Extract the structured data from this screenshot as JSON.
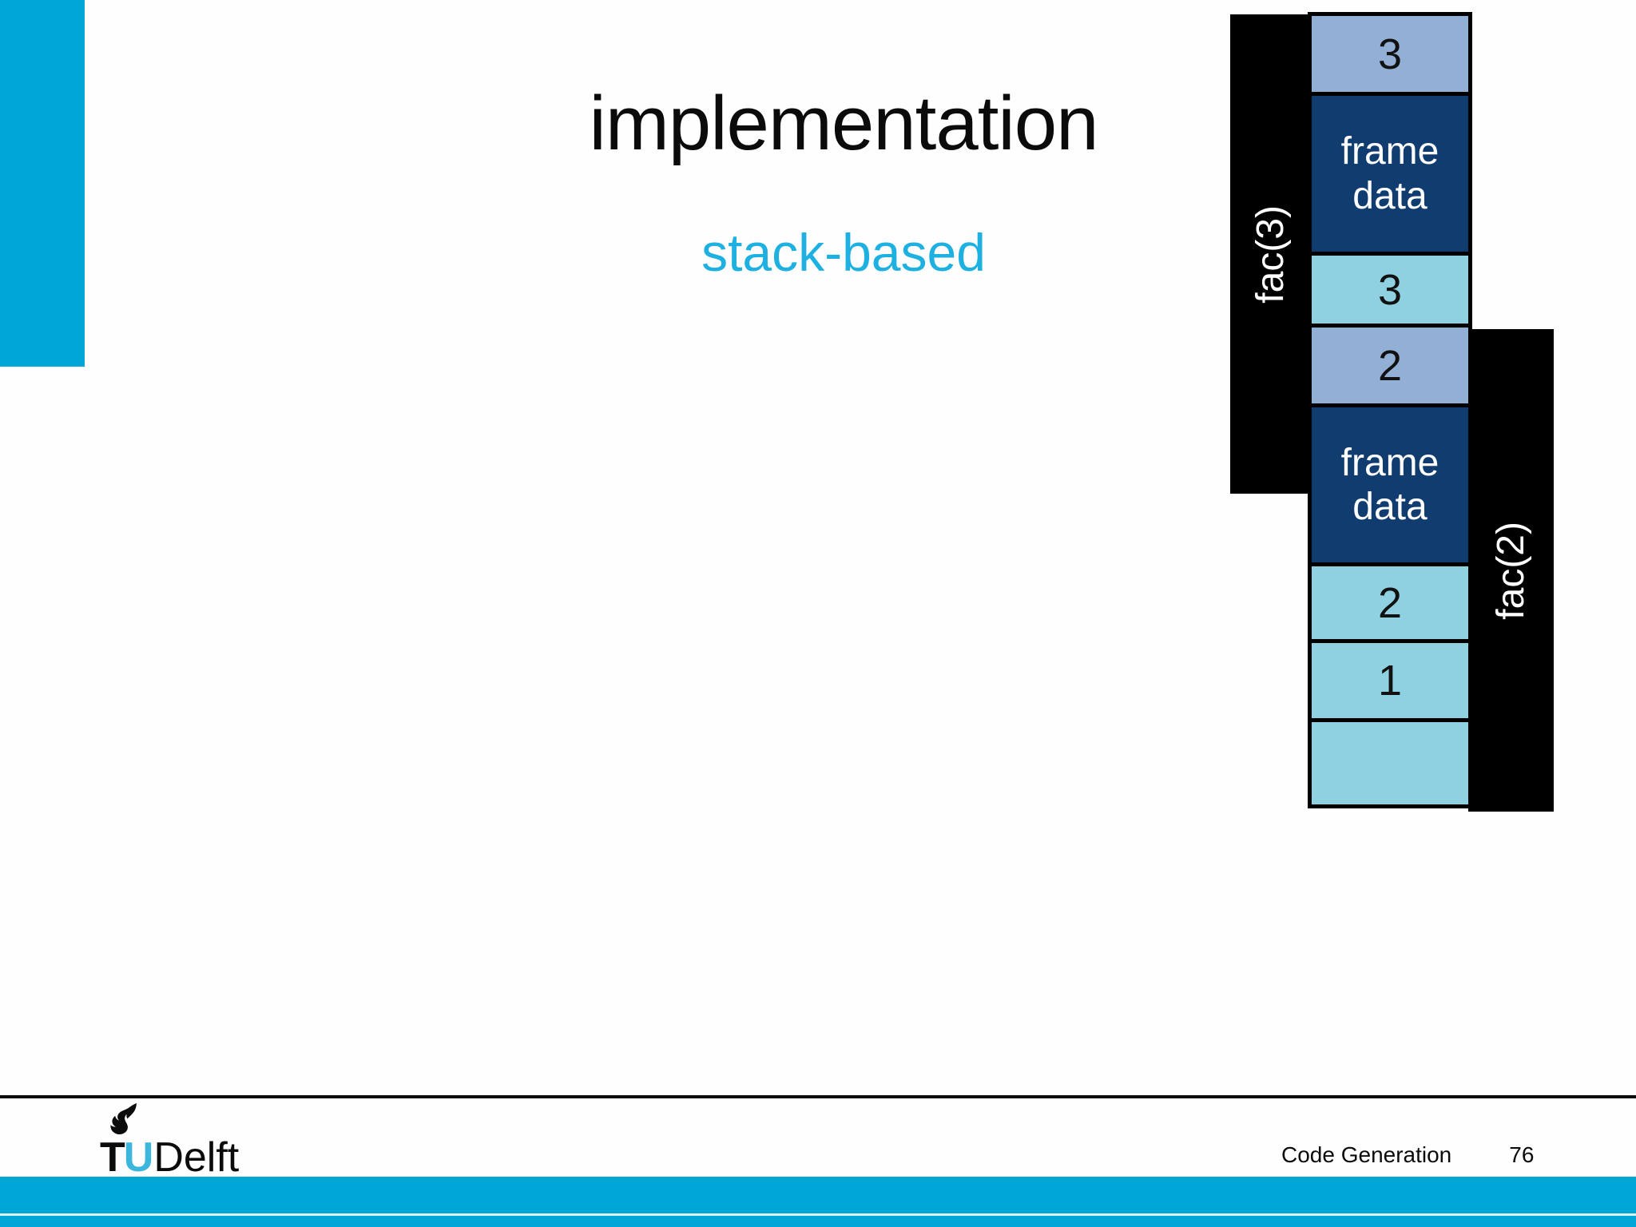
{
  "slide": {
    "title": "implementation",
    "subtitle": "stack-based"
  },
  "stack_diagram": {
    "left_bar_label": "fac(3)",
    "right_bar_label": "fac(2)",
    "cells": [
      {
        "label": "3"
      },
      {
        "label": "frame data"
      },
      {
        "label": "3"
      },
      {
        "label": "2"
      },
      {
        "label": "frame data"
      },
      {
        "label": "2"
      },
      {
        "label": "1"
      },
      {
        "label": ""
      }
    ]
  },
  "footer": {
    "logo": {
      "t": "T",
      "u": "U",
      "rest": "Delft"
    },
    "course_title": "Code Generation",
    "page_number": "76"
  },
  "colors": {
    "accent_cyan": "#00a6d6",
    "subtitle_cyan": "#1fb0e2",
    "cell_param_blue": "#92afd6",
    "cell_frame_navy": "#113c6f",
    "cell_local_cyan": "#8fd0e1",
    "bar_black": "#000000"
  }
}
